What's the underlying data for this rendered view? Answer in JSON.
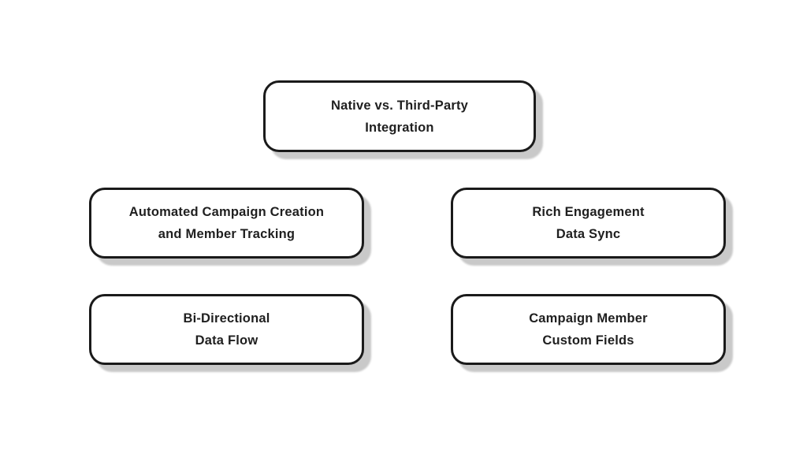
{
  "page": {
    "background_color": "#ffffff"
  },
  "diagram": {
    "type": "grouped-boxes",
    "colors": {
      "box_fill": "#ffffff",
      "box_border": "#1a1a1a",
      "box_shadow": "#c9c9c9",
      "text": "#1f1f1f"
    },
    "nodes": [
      {
        "id": "native-vs-third-party-integration",
        "line1": "Native vs. Third-Party",
        "line2": "Integration",
        "position": "top-center"
      },
      {
        "id": "automated-campaign-creation-and-member-tracking",
        "line1": "Automated Campaign Creation",
        "line2": "and Member Tracking",
        "position": "middle-left"
      },
      {
        "id": "rich-engagement-data-sync",
        "line1": "Rich Engagement",
        "line2": "Data Sync",
        "position": "middle-right"
      },
      {
        "id": "bi-directional-data-flow",
        "line1": "Bi-Directional",
        "line2": "Data Flow",
        "position": "bottom-left"
      },
      {
        "id": "campaign-member-custom-fields",
        "line1": "Campaign Member",
        "line2": "Custom Fields",
        "position": "bottom-right"
      }
    ]
  }
}
